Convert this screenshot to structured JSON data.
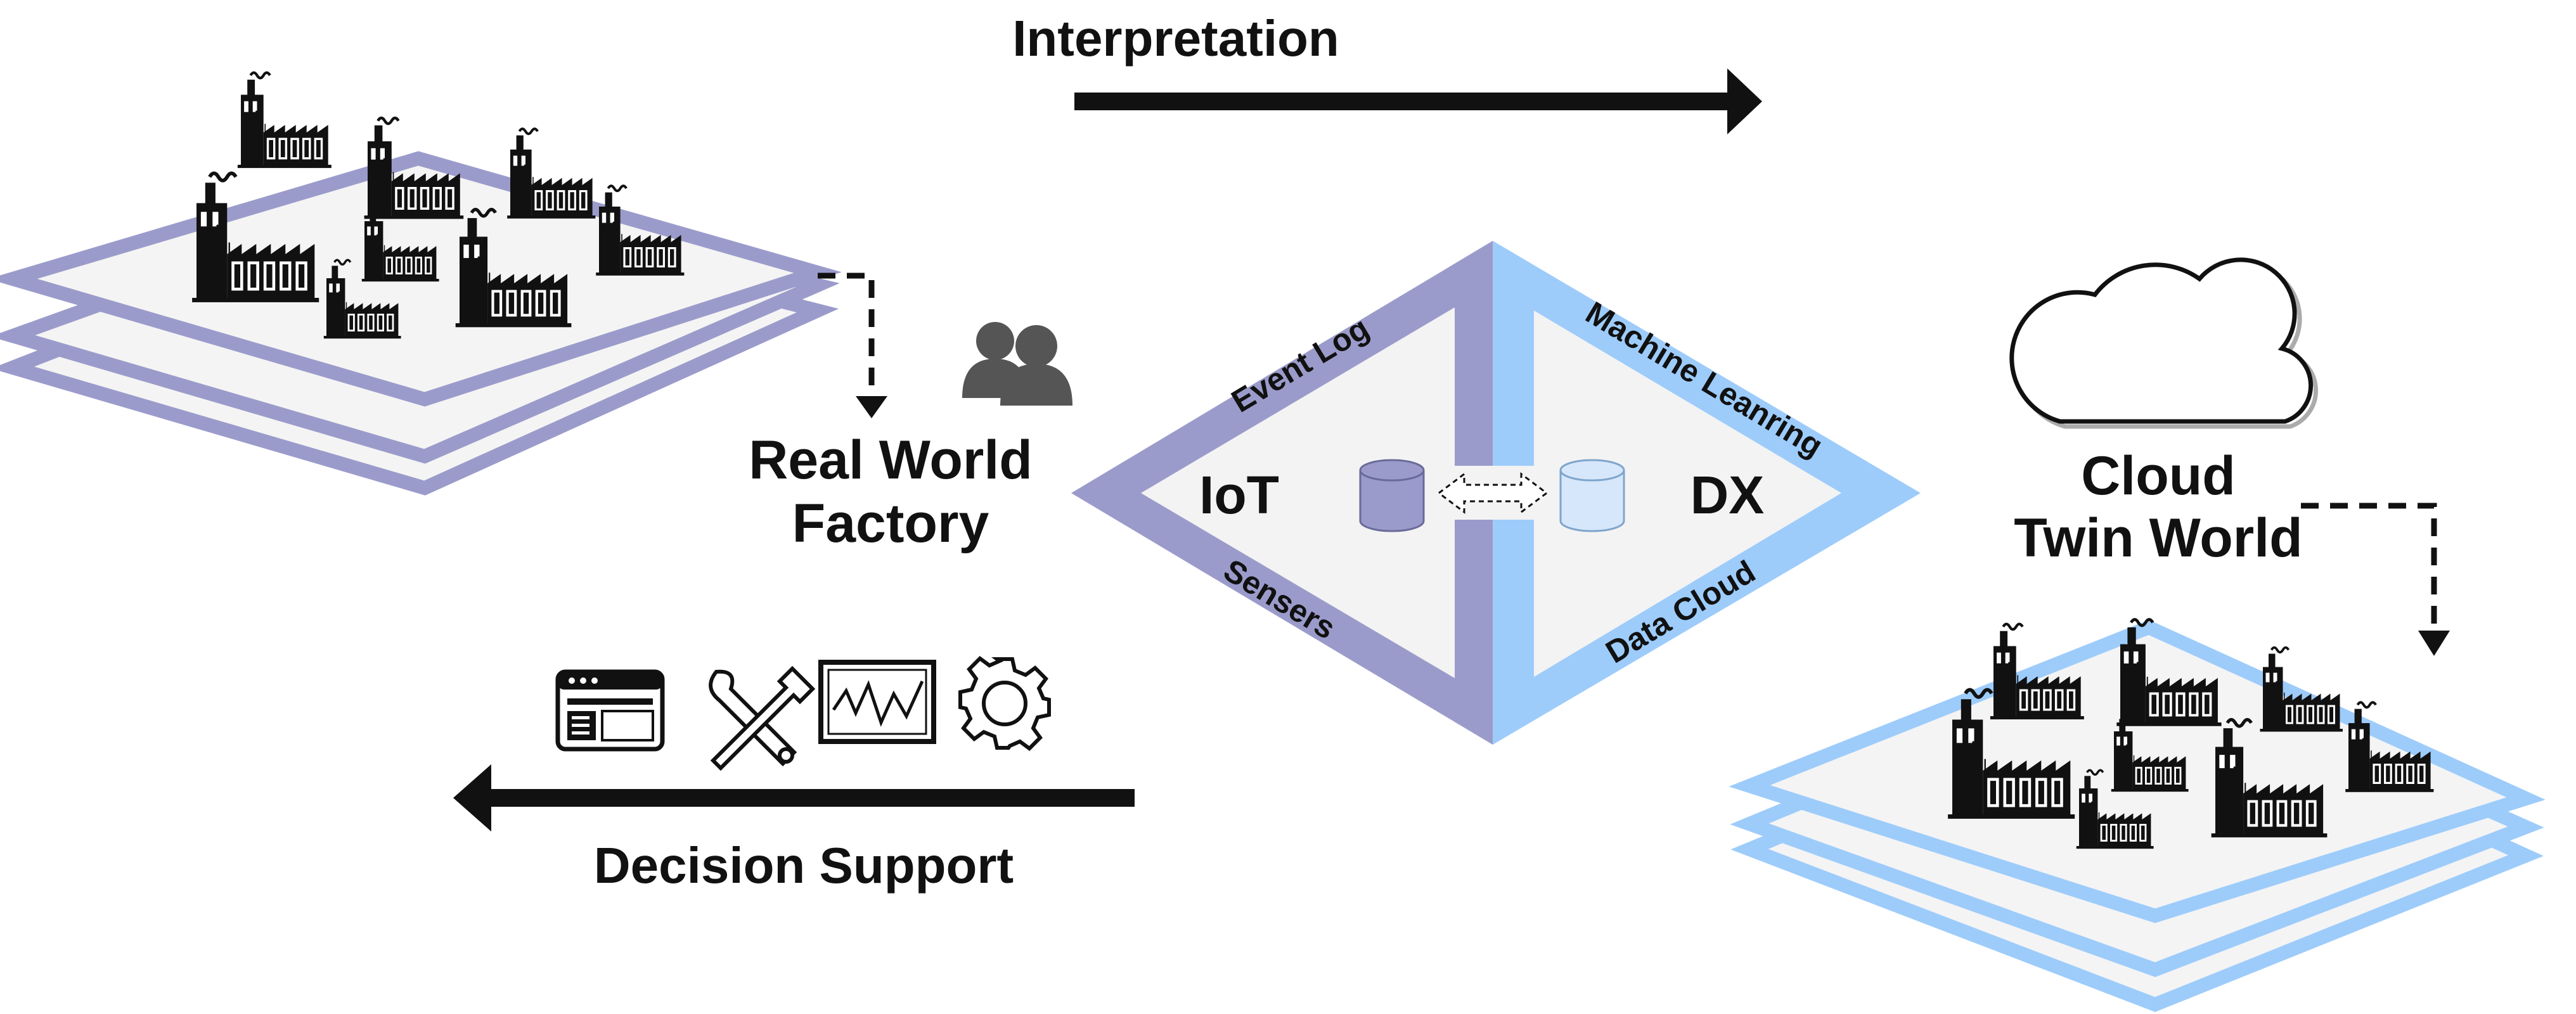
{
  "labels": {
    "interpretation": "Interpretation",
    "decision_support": "Decision Support",
    "real_world_line1": "Real World",
    "real_world_line2": "Factory",
    "cloud_line1": "Cloud",
    "cloud_line2": "Twin World",
    "iot": "IoT",
    "dx": "DX",
    "event_log": "Event Log",
    "sensers": "Sensers",
    "machine_learning": "Machine Leanring",
    "data_cloud": "Data Cloud"
  },
  "icons": {
    "users": "users-icon",
    "dashboard": "dashboard-window-icon",
    "tools": "tools-icon",
    "monitor": "monitor-chart-icon",
    "gear": "gear-icon",
    "cloud": "cloud-icon",
    "database_left": "database-icon",
    "database_right": "database-icon",
    "exchange": "double-arrow-icon",
    "factory": "factory-icon"
  },
  "colors": {
    "real_world_accent": "#9b9bcb",
    "cloud_accent": "#9dccfb",
    "plate_fill": "#f4f4f4",
    "ink": "#111111",
    "diamond_inner": "#f3f3f3",
    "db_left": "#9b9bcb",
    "db_right": "#d6e7fb"
  }
}
